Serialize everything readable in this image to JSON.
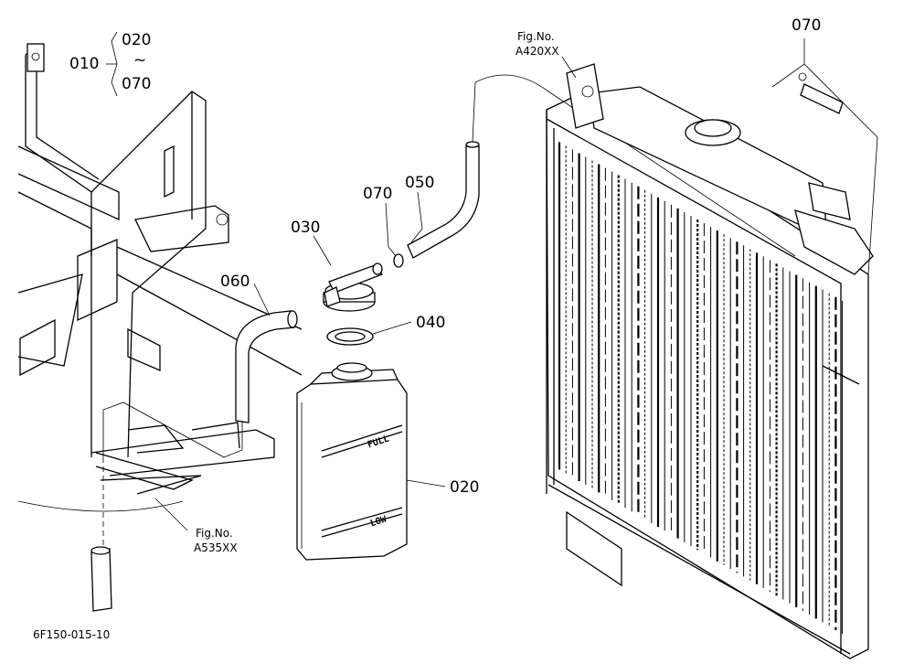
{
  "diagram_id": "6F150-015-10",
  "group": {
    "label": "010",
    "range_from": "020",
    "range_sep": "~",
    "range_to": "070"
  },
  "parts": {
    "p070_top": "070",
    "p070_mid": "070",
    "p050": "050",
    "p030": "030",
    "p060": "060",
    "p040": "040",
    "p020": "020"
  },
  "references": {
    "radiator": {
      "caption": "Fig.No.",
      "code": "A420XX"
    },
    "bracket": {
      "caption": "Fig.No.",
      "code": "A535XX"
    }
  },
  "tank_markings": {
    "full": "FULL",
    "low": "LOW"
  },
  "colors": {
    "ink": "#000000",
    "paper": "#ffffff"
  }
}
